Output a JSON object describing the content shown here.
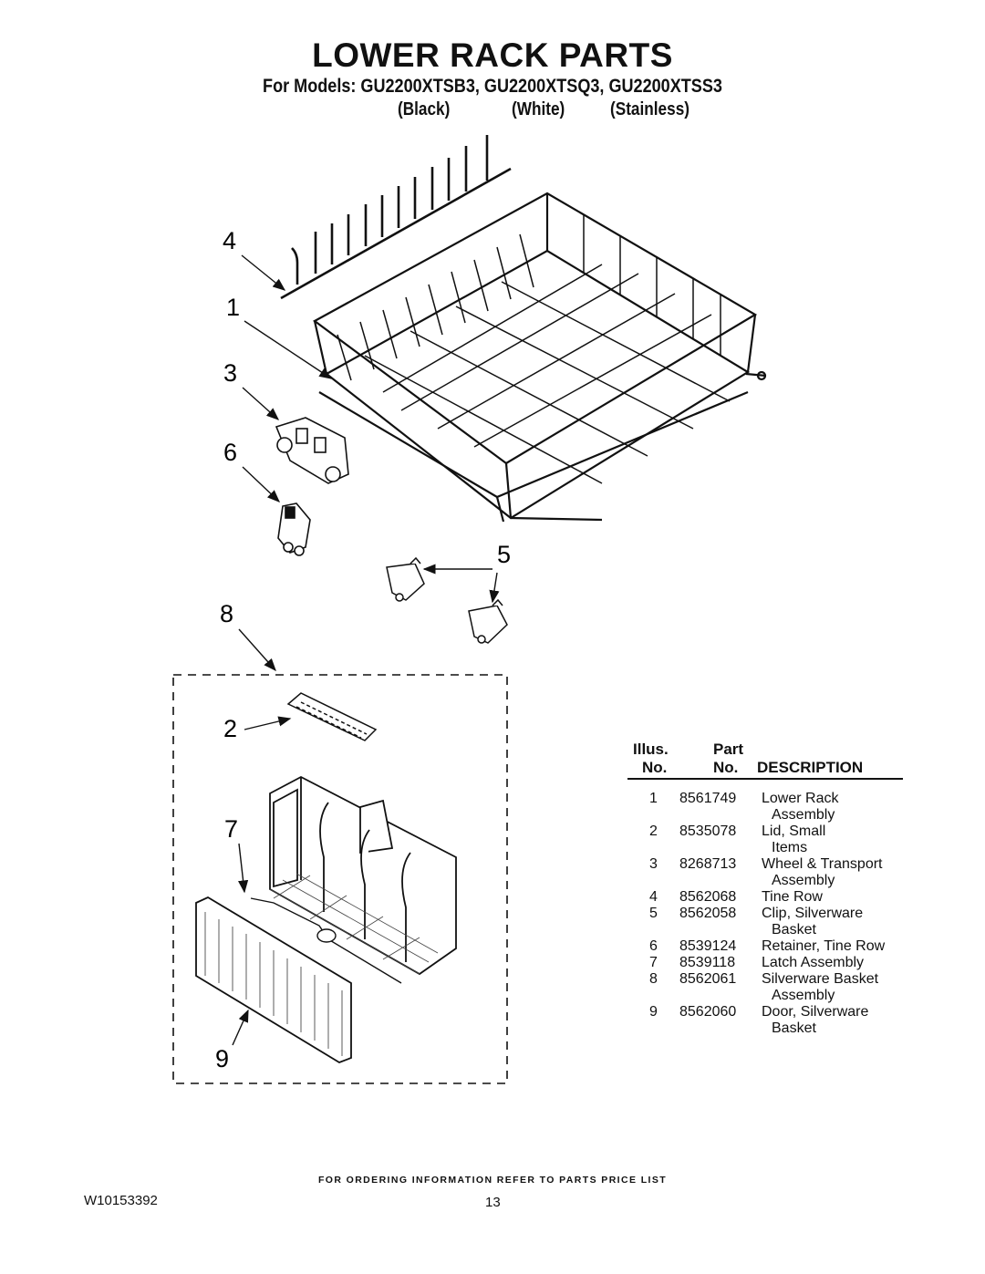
{
  "header": {
    "title": "LOWER RACK PARTS",
    "models": "For Models: GU2200XTSB3, GU2200XTSQ3, GU2200XTSS3",
    "colors": [
      "(Black)",
      "(White)",
      "(Stainless)"
    ]
  },
  "callouts": [
    "4",
    "1",
    "3",
    "6",
    "5",
    "8",
    "2",
    "7",
    "9"
  ],
  "parts_table": {
    "headers": {
      "illus_top": "Illus.",
      "illus_bottom": "No.",
      "part_top": "Part",
      "part_bottom": "No.",
      "description": "DESCRIPTION"
    },
    "rows": [
      {
        "illus": "1",
        "part": "8561749",
        "desc1": "Lower Rack",
        "desc2": "Assembly"
      },
      {
        "illus": "2",
        "part": "8535078",
        "desc1": "Lid, Small",
        "desc2": "Items"
      },
      {
        "illus": "3",
        "part": "8268713",
        "desc1": "Wheel & Transport",
        "desc2": "Assembly"
      },
      {
        "illus": "4",
        "part": "8562068",
        "desc1": "Tine Row",
        "desc2": ""
      },
      {
        "illus": "5",
        "part": "8562058",
        "desc1": "Clip, Silverware",
        "desc2": "Basket"
      },
      {
        "illus": "6",
        "part": "8539124",
        "desc1": "Retainer, Tine Row",
        "desc2": ""
      },
      {
        "illus": "7",
        "part": "8539118",
        "desc1": "Latch Assembly",
        "desc2": ""
      },
      {
        "illus": "8",
        "part": "8562061",
        "desc1": "Silverware Basket",
        "desc2": "Assembly"
      },
      {
        "illus": "9",
        "part": "8562060",
        "desc1": "Door, Silverware",
        "desc2": "Basket"
      }
    ]
  },
  "footer": {
    "note": "FOR ORDERING INFORMATION REFER TO PARTS PRICE LIST",
    "doc_id": "W10153392",
    "page": "13"
  }
}
